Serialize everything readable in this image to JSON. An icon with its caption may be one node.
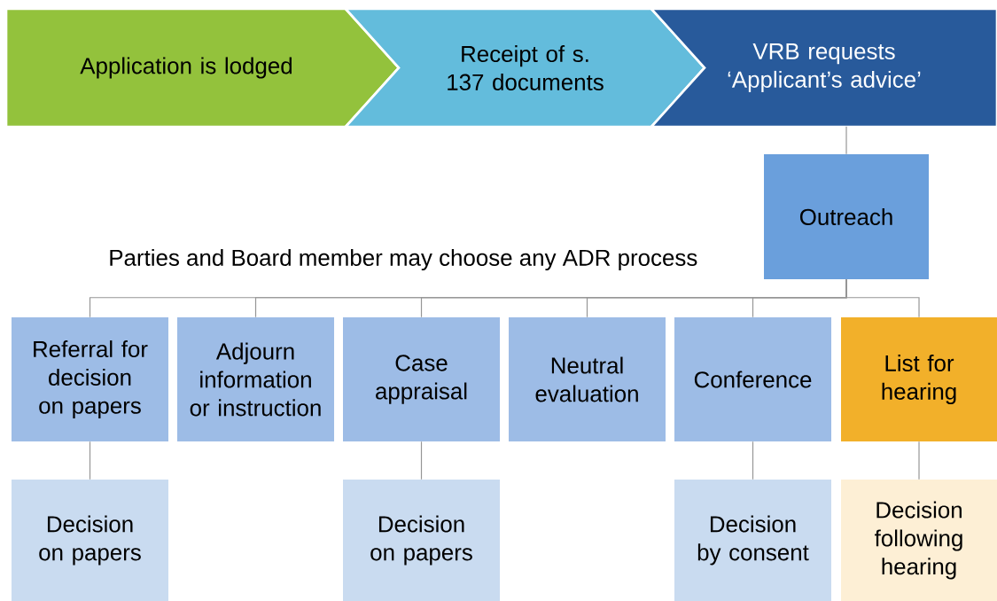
{
  "diagram": {
    "nodes": [
      {
        "text": [
          "Application is lodged"
        ]
      },
      {
        "text": [
          "Receipt of s. 137 documents"
        ]
      },
      {
        "text": [
          "VRB requests ‘Applicant’s advice’"
        ]
      },
      {
        "text": [
          "Outreach"
        ]
      },
      {
        "text": [
          "Referral for decision on papers"
        ]
      },
      {
        "text": [
          "Adjourn information or instruction"
        ]
      },
      {
        "text": [
          "Case appraisal"
        ]
      },
      {
        "text": [
          "Neutral evaluation"
        ]
      },
      {
        "text": [
          "Conference"
        ]
      },
      {
        "text": [
          "List for hearing"
        ]
      },
      {
        "text": [
          "Decision on papers"
        ]
      },
      {
        "text": [
          "Decision on papers"
        ]
      },
      {
        "text": [
          "Decision by consent"
        ]
      },
      {
        "text": [
          "Decision following hearing"
        ]
      }
    ],
    "edges": [
      {
        "from": 2,
        "to": 3,
        "arrow": "none"
      },
      {
        "from": 3,
        "to": 4,
        "arrow": "none"
      },
      {
        "from": 3,
        "to": 5,
        "arrow": "none"
      },
      {
        "from": 3,
        "to": 6,
        "arrow": "none"
      },
      {
        "from": 3,
        "to": 7,
        "arrow": "none"
      },
      {
        "from": 3,
        "to": 8,
        "arrow": "none"
      },
      {
        "from": 3,
        "to": 9,
        "arrow": "none"
      },
      {
        "from": 4,
        "to": 10,
        "arrow": "none"
      },
      {
        "from": 6,
        "to": 11,
        "arrow": "none"
      },
      {
        "from": 8,
        "to": 12,
        "arrow": "none"
      },
      {
        "from": 9,
        "to": 13,
        "arrow": "none"
      }
    ],
    "labels": [
      "Parties and Board member may choose any ADR process"
    ]
  }
}
